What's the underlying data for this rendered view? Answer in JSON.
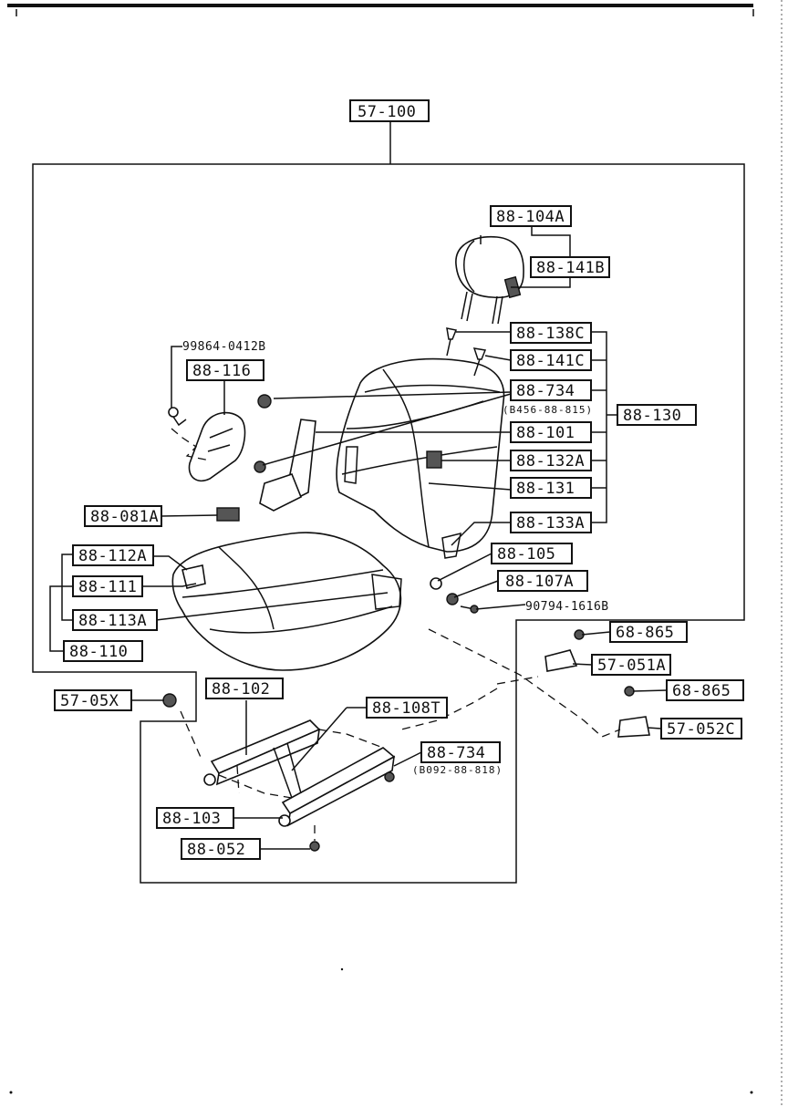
{
  "diagram": {
    "assembly": "57-100",
    "parts": {
      "p88_104A": "88-104A",
      "p88_141B": "88-141B",
      "p88_138C": "88-138C",
      "p88_141C": "88-141C",
      "p88_734_upper": "88-734",
      "p88_734_upper_note": "(B456-88-815)",
      "p88_130": "88-130",
      "p88_101": "88-101",
      "p88_132A": "88-132A",
      "p88_131": "88-131",
      "p88_133A": "88-133A",
      "p88_105": "88-105",
      "p88_107A": "88-107A",
      "p90794": "90794-1616B",
      "p99864": "99864-0412B",
      "p88_116": "88-116",
      "p88_081A": "88-081A",
      "p88_112A": "88-112A",
      "p88_111": "88-111",
      "p88_113A": "88-113A",
      "p88_110": "88-110",
      "p68_865_a": "68-865",
      "p57_051A": "57-051A",
      "p68_865_b": "68-865",
      "p57_052C": "57-052C",
      "p57_05X": "57-05X",
      "p88_102": "88-102",
      "p88_108T": "88-108T",
      "p88_734_lower": "88-734",
      "p88_734_lower_note": "(B092-88-818)",
      "p88_103": "88-103",
      "p88_052": "88-052"
    }
  }
}
